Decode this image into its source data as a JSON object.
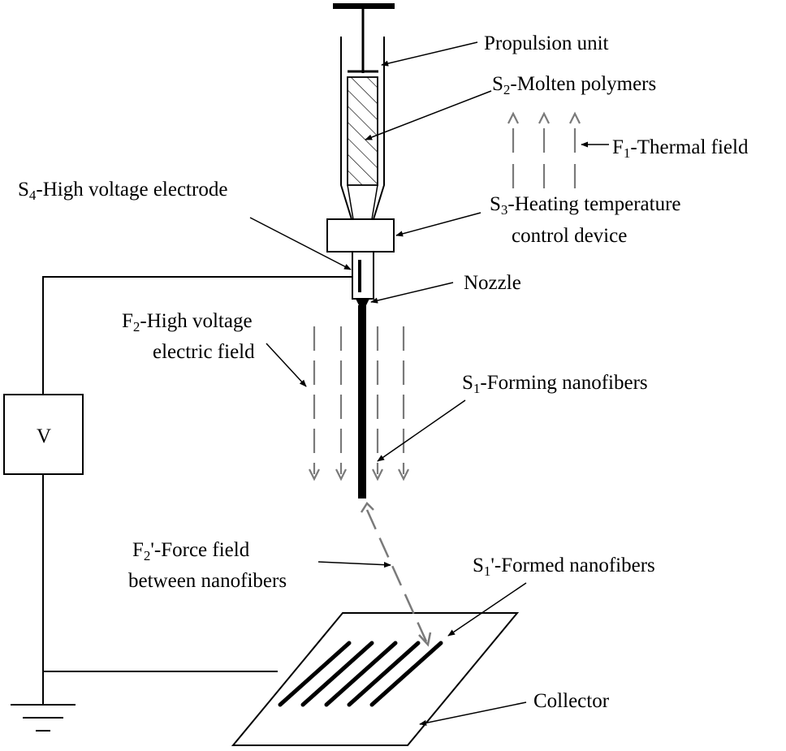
{
  "labels": {
    "propulsion_unit": "Propulsion unit",
    "molten_polymers": {
      "prefix": "S",
      "sub": "2",
      "rest": "-Molten polymers"
    },
    "thermal_field": {
      "prefix": "F",
      "sub": "1",
      "rest": "-Thermal field"
    },
    "heating_device": {
      "prefix": "S",
      "sub": "3",
      "rest": "-Heating temperature",
      "line2": "control device"
    },
    "hv_electrode": {
      "prefix": "S",
      "sub": "4",
      "rest": "-High voltage electrode"
    },
    "nozzle": "Nozzle",
    "hv_field": {
      "prefix": "F",
      "sub": "2",
      "rest": "-High voltage",
      "line2": "electric field"
    },
    "forming_nanofibers": {
      "prefix": "S",
      "sub": "1",
      "rest": "-Forming nanofibers"
    },
    "force_field": {
      "prefix": "F",
      "sub": "2",
      "rest": "'-Force field",
      "line2": "between nanofibers"
    },
    "formed_nanofibers": {
      "prefix": "S",
      "sub": "1",
      "rest": "'-Formed nanofibers"
    },
    "collector": "Collector",
    "voltage_source": "V"
  },
  "colors": {
    "ink": "#000000",
    "field_arrow": "#7a7a7a"
  }
}
